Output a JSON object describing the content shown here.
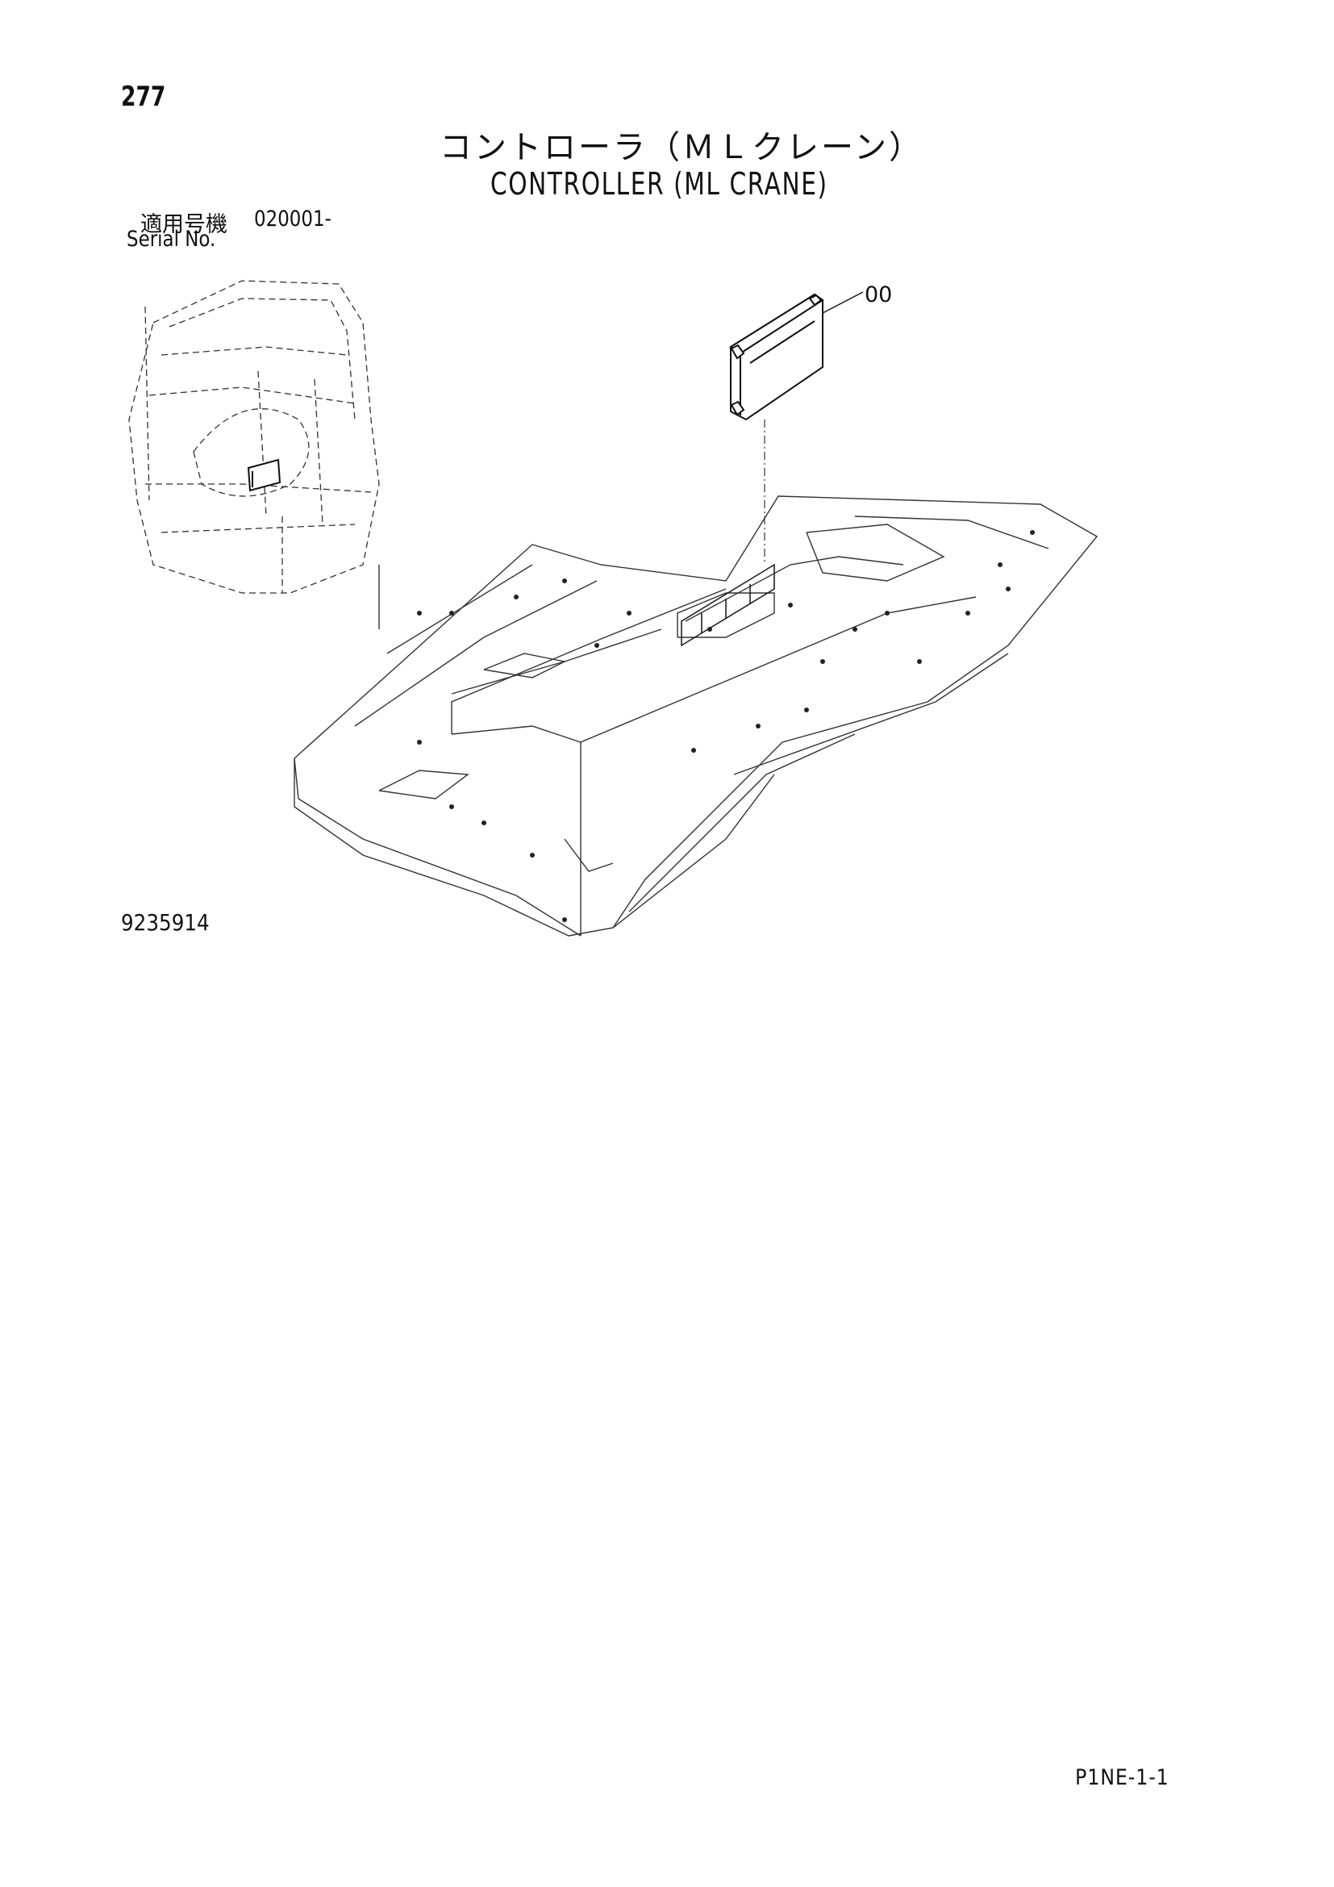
{
  "page": {
    "number": "277",
    "code": "P1NE-1-1"
  },
  "title": {
    "japanese": "コントローラ（ＭＬクレーン）",
    "english": "CONTROLLER (ML CRANE)"
  },
  "serial": {
    "label_jp": "適用号機",
    "value": "020001-",
    "label_en": "Serial No."
  },
  "drawing": {
    "part_callout": "00",
    "drawing_number": "9235914"
  }
}
